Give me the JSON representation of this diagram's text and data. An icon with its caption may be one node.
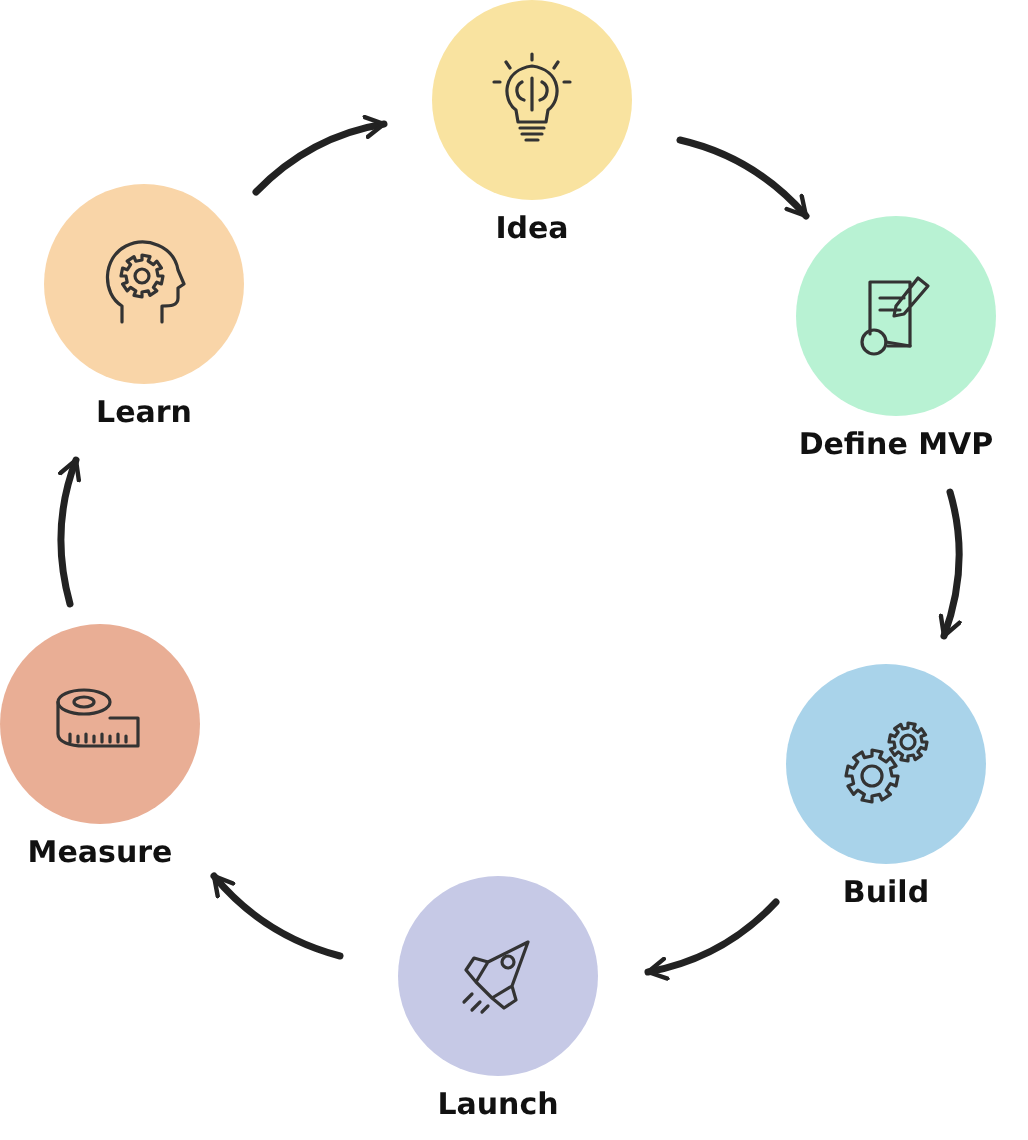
{
  "diagram": {
    "nodes": [
      {
        "text": [
          "Idea"
        ]
      },
      {
        "text": [
          "Define MVP"
        ]
      },
      {
        "text": [
          "Build"
        ]
      },
      {
        "text": [
          "Launch"
        ]
      },
      {
        "text": [
          "Measure"
        ]
      },
      {
        "text": [
          "Learn"
        ]
      }
    ],
    "edges": [
      {
        "from": 0,
        "to": 1,
        "arrow": "to"
      },
      {
        "from": 1,
        "to": 2,
        "arrow": "to"
      },
      {
        "from": 2,
        "to": 3,
        "arrow": "to"
      },
      {
        "from": 3,
        "to": 4,
        "arrow": "to"
      },
      {
        "from": 4,
        "to": 5,
        "arrow": "to"
      },
      {
        "from": 5,
        "to": 0,
        "arrow": "to"
      }
    ]
  }
}
